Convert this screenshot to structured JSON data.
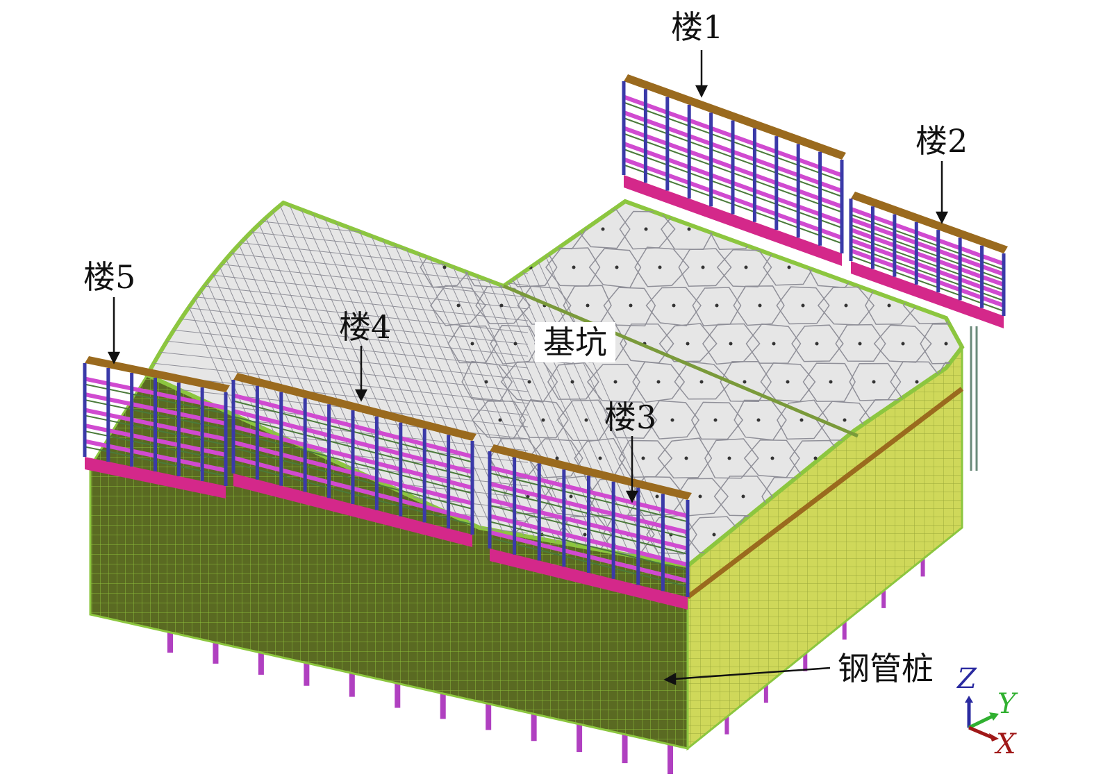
{
  "labels": {
    "building_1": "楼1",
    "building_2": "楼2",
    "building_3": "楼3",
    "building_4": "楼4",
    "building_5": "楼5",
    "foundation_pit": "基坑",
    "steel_pipe_pile": "钢管桩"
  },
  "axes": {
    "z": "Z",
    "y": "Y",
    "x": "X"
  },
  "colors": {
    "pit_floor": "#e6e6e6",
    "mesh_line": "#8f8f98",
    "front_wall": "#5a6a22",
    "side_wall": "#cfd85a",
    "wall_edge": "#8cc63f",
    "building_column": "#3a3aa8",
    "building_beam": "#d04ad0",
    "building_base": "#d4288a",
    "building_roof": "#9a6a1e",
    "pile": "#b040c0",
    "axis_z": "#2a2aa0",
    "axis_y": "#30b030",
    "axis_x": "#a01818"
  }
}
